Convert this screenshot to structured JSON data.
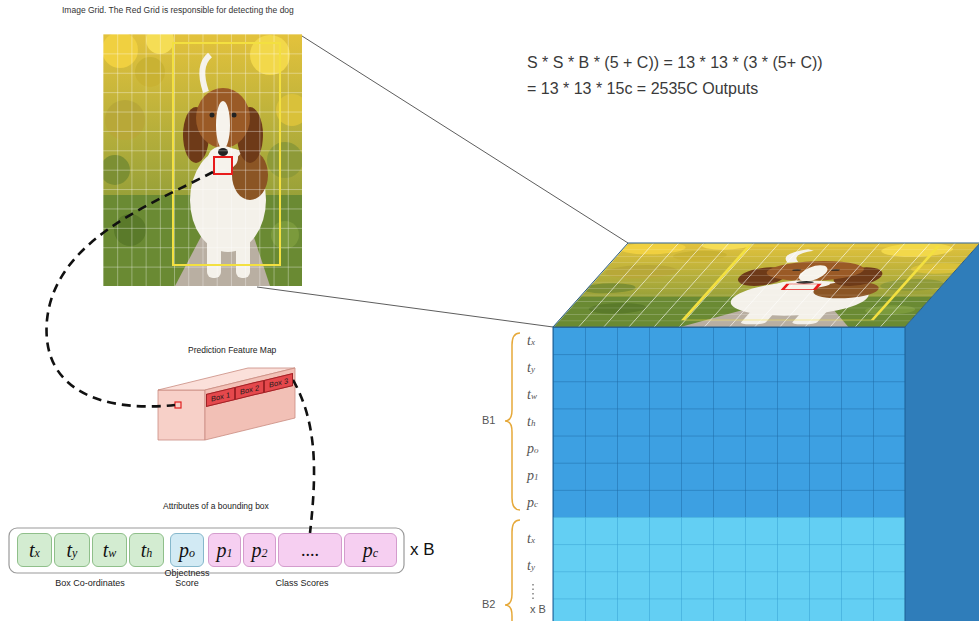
{
  "diagram": {
    "title": "Image Grid. The Red Grid is responsible for detecting the dog",
    "nodes": [
      {
        "text": [
          "Box 1"
        ]
      },
      {
        "text": [
          "Box 2"
        ]
      },
      {
        "text": [
          "Box 3"
        ]
      },
      {
        "text": [
          "tx"
        ]
      },
      {
        "text": [
          "ty"
        ]
      },
      {
        "text": [
          "tw"
        ]
      },
      {
        "text": [
          "th"
        ]
      },
      {
        "text": [
          "po"
        ]
      },
      {
        "text": [
          "p1"
        ]
      },
      {
        "text": [
          "p2"
        ]
      },
      {
        "text": [
          "...."
        ]
      },
      {
        "text": [
          "pc"
        ]
      }
    ],
    "edges": [
      {
        "from": 2,
        "to": 10,
        "arrow": "none"
      }
    ],
    "labels": [
      "S * S * B * (5 + C)) = 13 * 13 * (3 * (5+ C))",
      "= 13 * 13 * 15c = 2535C Outputs",
      "Prediction Feature Map",
      "Attributes of a bounding box",
      "x B",
      "Box Co-ordinates",
      "Objectness Score",
      "Class Scores",
      "B1",
      "tx",
      "ty",
      "tw",
      "th",
      "po",
      "p1",
      "pc",
      "B2",
      "tx",
      "ty",
      "x B"
    ]
  }
}
